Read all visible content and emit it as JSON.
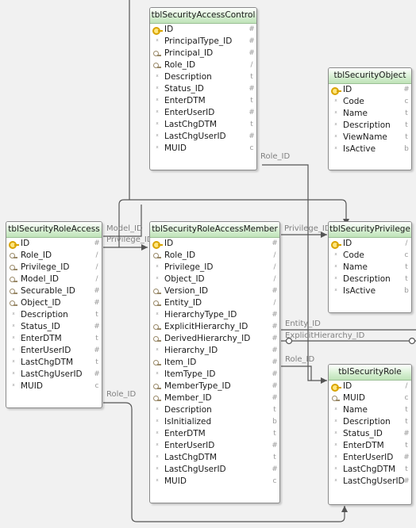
{
  "tables": [
    {
      "key": "access_control",
      "title": "tblSecurityAccessControl",
      "columns": [
        {
          "name": "ID",
          "marker": "pk",
          "type": "#"
        },
        {
          "name": "PrincipalType_ID",
          "marker": "",
          "type": "#"
        },
        {
          "name": "Principal_ID",
          "marker": "fk",
          "type": "#"
        },
        {
          "name": "Role_ID",
          "marker": "fk",
          "type": "/"
        },
        {
          "name": "Description",
          "marker": "",
          "type": "t"
        },
        {
          "name": "Status_ID",
          "marker": "",
          "type": "#"
        },
        {
          "name": "EnterDTM",
          "marker": "",
          "type": "t"
        },
        {
          "name": "EnterUserID",
          "marker": "",
          "type": "#"
        },
        {
          "name": "LastChgDTM",
          "marker": "",
          "type": "t"
        },
        {
          "name": "LastChgUserID",
          "marker": "",
          "type": "#"
        },
        {
          "name": "MUID",
          "marker": "",
          "type": "c"
        }
      ]
    },
    {
      "key": "security_object",
      "title": "tblSecurityObject",
      "columns": [
        {
          "name": "ID",
          "marker": "pk",
          "type": "#"
        },
        {
          "name": "Code",
          "marker": "",
          "type": "c"
        },
        {
          "name": "Name",
          "marker": "",
          "type": "t"
        },
        {
          "name": "Description",
          "marker": "",
          "type": "t"
        },
        {
          "name": "ViewName",
          "marker": "",
          "type": "t"
        },
        {
          "name": "IsActive",
          "marker": "",
          "type": "b"
        }
      ]
    },
    {
      "key": "role_access",
      "title": "tblSecurityRoleAccess",
      "columns": [
        {
          "name": "ID",
          "marker": "pk",
          "type": "#"
        },
        {
          "name": "Role_ID",
          "marker": "fk",
          "type": "/"
        },
        {
          "name": "Privilege_ID",
          "marker": "fk",
          "type": "/"
        },
        {
          "name": "Model_ID",
          "marker": "fk",
          "type": "/"
        },
        {
          "name": "Securable_ID",
          "marker": "fk",
          "type": "#"
        },
        {
          "name": "Object_ID",
          "marker": "fk",
          "type": "#"
        },
        {
          "name": "Description",
          "marker": "",
          "type": "t"
        },
        {
          "name": "Status_ID",
          "marker": "",
          "type": "#"
        },
        {
          "name": "EnterDTM",
          "marker": "",
          "type": "t"
        },
        {
          "name": "EnterUserID",
          "marker": "",
          "type": "#"
        },
        {
          "name": "LastChgDTM",
          "marker": "",
          "type": "t"
        },
        {
          "name": "LastChgUserID",
          "marker": "",
          "type": "#"
        },
        {
          "name": "MUID",
          "marker": "",
          "type": "c"
        }
      ]
    },
    {
      "key": "role_access_member",
      "title": "tblSecurityRoleAccessMember",
      "columns": [
        {
          "name": "ID",
          "marker": "pk",
          "type": "#"
        },
        {
          "name": "Role_ID",
          "marker": "fk",
          "type": "/"
        },
        {
          "name": "Privilege_ID",
          "marker": "",
          "type": "/"
        },
        {
          "name": "Object_ID",
          "marker": "",
          "type": "/"
        },
        {
          "name": "Version_ID",
          "marker": "fk",
          "type": "#"
        },
        {
          "name": "Entity_ID",
          "marker": "fk",
          "type": "/"
        },
        {
          "name": "HierarchyType_ID",
          "marker": "",
          "type": "#"
        },
        {
          "name": "ExplicitHierarchy_ID",
          "marker": "fk",
          "type": "#"
        },
        {
          "name": "DerivedHierarchy_ID",
          "marker": "fk",
          "type": "#"
        },
        {
          "name": "Hierarchy_ID",
          "marker": "",
          "type": "#"
        },
        {
          "name": "Item_ID",
          "marker": "fk",
          "type": "#"
        },
        {
          "name": "ItemType_ID",
          "marker": "",
          "type": "#"
        },
        {
          "name": "MemberType_ID",
          "marker": "fk",
          "type": "#"
        },
        {
          "name": "Member_ID",
          "marker": "fk",
          "type": "#"
        },
        {
          "name": "Description",
          "marker": "",
          "type": "t"
        },
        {
          "name": "IsInitialized",
          "marker": "",
          "type": "b"
        },
        {
          "name": "EnterDTM",
          "marker": "",
          "type": "t"
        },
        {
          "name": "EnterUserID",
          "marker": "",
          "type": "#"
        },
        {
          "name": "LastChgDTM",
          "marker": "",
          "type": "t"
        },
        {
          "name": "LastChgUserID",
          "marker": "",
          "type": "#"
        },
        {
          "name": "MUID",
          "marker": "",
          "type": "c"
        }
      ]
    },
    {
      "key": "privilege",
      "title": "tblSecurityPrivilege",
      "columns": [
        {
          "name": "ID",
          "marker": "pk",
          "type": "/"
        },
        {
          "name": "Code",
          "marker": "",
          "type": "c"
        },
        {
          "name": "Name",
          "marker": "",
          "type": "t"
        },
        {
          "name": "Description",
          "marker": "",
          "type": "t"
        },
        {
          "name": "IsActive",
          "marker": "",
          "type": "b"
        }
      ]
    },
    {
      "key": "security_role",
      "title": "tblSecurityRole",
      "columns": [
        {
          "name": "ID",
          "marker": "pk",
          "type": "/"
        },
        {
          "name": "MUID",
          "marker": "fk",
          "type": "c"
        },
        {
          "name": "Name",
          "marker": "",
          "type": "t"
        },
        {
          "name": "Description",
          "marker": "",
          "type": "t"
        },
        {
          "name": "Status_ID",
          "marker": "",
          "type": "#"
        },
        {
          "name": "EnterDTM",
          "marker": "",
          "type": "t"
        },
        {
          "name": "EnterUserID",
          "marker": "",
          "type": "#"
        },
        {
          "name": "LastChgDTM",
          "marker": "",
          "type": "t"
        },
        {
          "name": "LastChgUserID",
          "marker": "",
          "type": "#"
        }
      ]
    }
  ],
  "relations": {
    "ac_role": "Role_ID",
    "ra_model": "Model_ID",
    "ra_privilege": "Privilege_ID",
    "rm_privilege": "Privilege_ID",
    "rm_entity": "Entity_ID",
    "rm_explicit": "ExplicitHierarchy_ID",
    "rm_role": "Role_ID",
    "ra_role": "Role_ID"
  },
  "colors": {
    "header_green": "#bfe3b8",
    "line": "#555555"
  }
}
